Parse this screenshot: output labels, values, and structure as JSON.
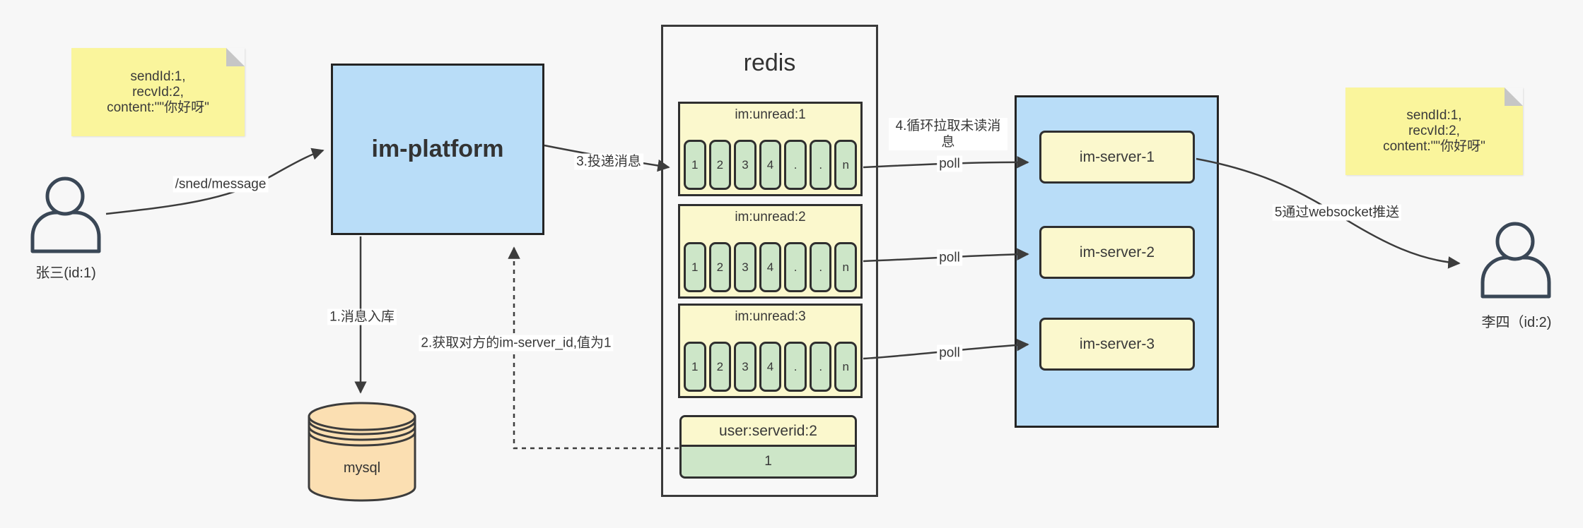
{
  "colors": {
    "background": "#f7f7f7",
    "sticky_yellow": "#faf59c",
    "pale_yellow": "#fbf8cd",
    "cell_green": "#cde6c8",
    "box_blue": "#b9ddf8",
    "mysql_orange": "#fbdfb2",
    "line": "#3c3c3c",
    "actor_stroke": "#3a4756"
  },
  "sticky_note_left": {
    "lines": [
      "sendId:1,",
      "recvId:2,",
      "content:\"\"你好呀\""
    ]
  },
  "sticky_note_right": {
    "lines": [
      "sendId:1,",
      "recvId:2,",
      "content:\"\"你好呀\""
    ]
  },
  "actors": {
    "sender_label": "张三(id:1)",
    "receiver_label": "李四（id:2)"
  },
  "platform": {
    "label": "im-platform"
  },
  "mysql": {
    "label": "mysql"
  },
  "redis": {
    "title": "redis",
    "queues": [
      {
        "name": "im:unread:1",
        "cells": [
          "1",
          "2",
          "3",
          "4",
          ".",
          ".",
          "n"
        ]
      },
      {
        "name": "im:unread:2",
        "cells": [
          "1",
          "2",
          "3",
          "4",
          ".",
          ".",
          "n"
        ]
      },
      {
        "name": "im:unread:3",
        "cells": [
          "1",
          "2",
          "3",
          "4",
          ".",
          ".",
          "n"
        ]
      }
    ],
    "server_map": {
      "header": "user:serverid:2",
      "value": "1"
    }
  },
  "servers": [
    {
      "label": "im-server-1"
    },
    {
      "label": "im-server-2"
    },
    {
      "label": "im-server-3"
    }
  ],
  "edges": {
    "send_api": "/sned/message",
    "step1": "1.消息入库",
    "step2": "2.获取对方的im-server_id,值为1",
    "step3": "3.投递消息",
    "step4": "4.循环拉取未读消息",
    "step5": "5通过websocket推送",
    "poll": "poll"
  }
}
